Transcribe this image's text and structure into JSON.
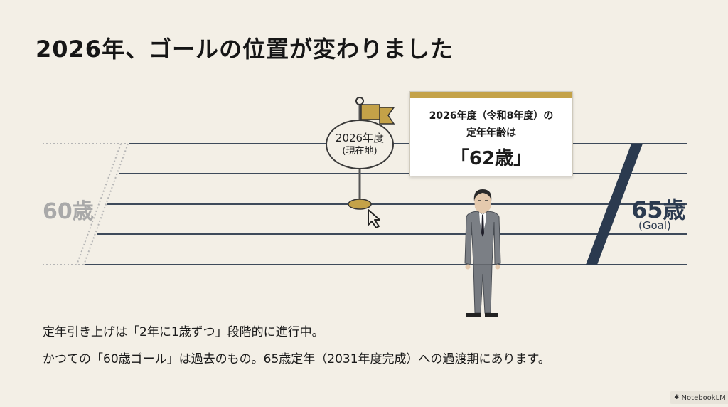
{
  "title": "2026年、ゴールの位置が変わりました",
  "track": {
    "start_label": "60歳",
    "goal_label": "65歳",
    "goal_sub": "(Goal)"
  },
  "marker": {
    "year": "2026年度",
    "sub": "(現在地)"
  },
  "info_card": {
    "line1": "2026年度（令和8年度）の",
    "line2": "定年年齢は",
    "age": "「62歳」"
  },
  "description": {
    "line1": "定年引き上げは「2年に1歳ずつ」段階的に進行中。",
    "line2": "かつての「60歳ゴール」は過去のもの。65歳定年（2031年度完成）への過渡期にあります。"
  },
  "brand": "NotebookLM",
  "colors": {
    "background": "#f3efe6",
    "accent_gold": "#c4a248",
    "navy": "#2b3a4f",
    "start_gray": "#a9a9a9"
  }
}
